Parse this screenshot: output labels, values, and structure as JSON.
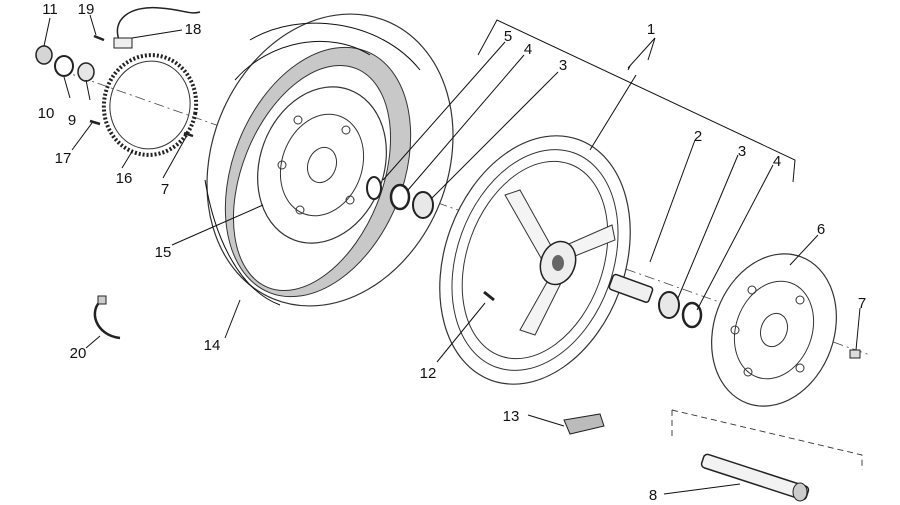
{
  "callouts": [
    {
      "id": "c1",
      "text": "1"
    },
    {
      "id": "c2",
      "text": "2"
    },
    {
      "id": "c3a",
      "text": "3"
    },
    {
      "id": "c3b",
      "text": "3"
    },
    {
      "id": "c4a",
      "text": "4"
    },
    {
      "id": "c4b",
      "text": "4"
    },
    {
      "id": "c5",
      "text": "5"
    },
    {
      "id": "c6",
      "text": "6"
    },
    {
      "id": "c7a",
      "text": "7"
    },
    {
      "id": "c7b",
      "text": "7"
    },
    {
      "id": "c8",
      "text": "8"
    },
    {
      "id": "c9",
      "text": "9"
    },
    {
      "id": "c10",
      "text": "10"
    },
    {
      "id": "c11",
      "text": "11"
    },
    {
      "id": "c12",
      "text": "12"
    },
    {
      "id": "c13",
      "text": "13"
    },
    {
      "id": "c14",
      "text": "14"
    },
    {
      "id": "c15",
      "text": "15"
    },
    {
      "id": "c16",
      "text": "16"
    },
    {
      "id": "c17",
      "text": "17"
    },
    {
      "id": "c18",
      "text": "18"
    },
    {
      "id": "c19",
      "text": "19"
    },
    {
      "id": "c20",
      "text": "20"
    }
  ]
}
